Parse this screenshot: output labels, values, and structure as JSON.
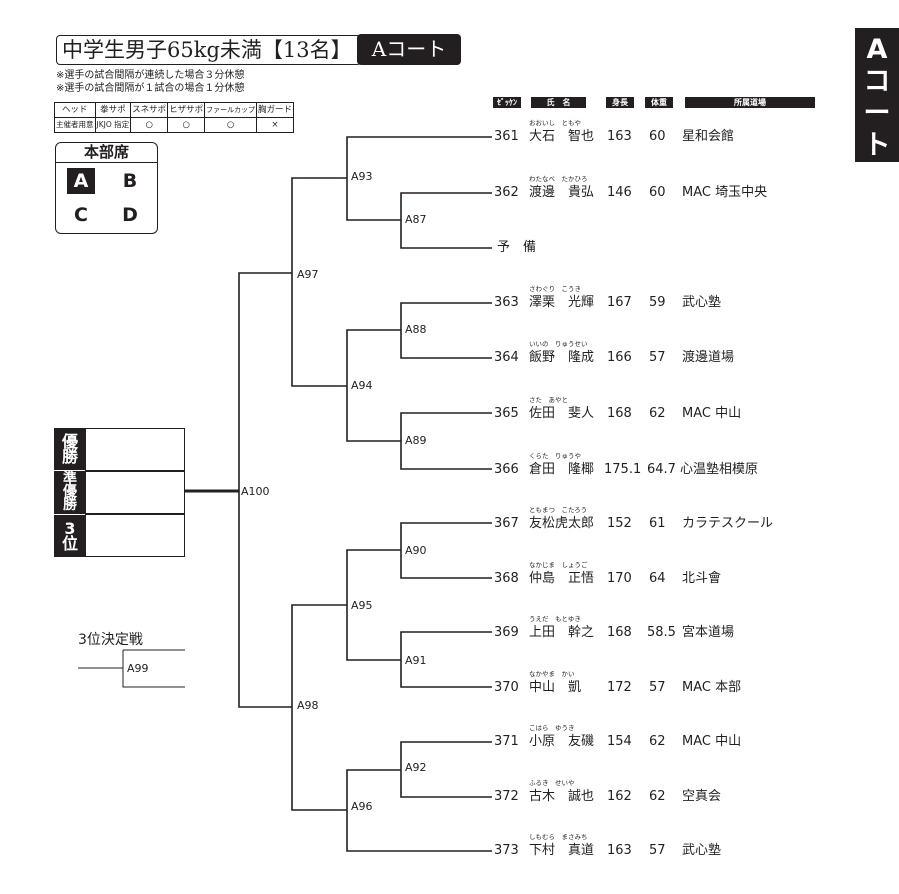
{
  "header": {
    "title": "中学生男子65kg未満【13名】",
    "court": "Aコート",
    "notes": [
      "※選手の試合間隔が連続した場合３分休憩",
      "※選手の試合間隔が１試合の場合１分休憩"
    ]
  },
  "equipment": {
    "headers": [
      "ヘッド",
      "拳サポ",
      "スネサポ",
      "ヒザサポ",
      "ファールカップ",
      "胸ガード"
    ],
    "values": [
      "主催者用意",
      "JKJO 指定",
      "○",
      "○",
      "○",
      "×"
    ]
  },
  "honbu": {
    "title": "本部席",
    "cells": [
      "A",
      "B",
      "C",
      "D"
    ],
    "selected": "A"
  },
  "columns": {
    "zekken": "ｾﾞｯｹﾝ",
    "name": "氏　名",
    "height": "身長",
    "weight": "体重",
    "dojo": "所属道場"
  },
  "side_tab": [
    "A",
    "コ",
    "ー",
    "ト"
  ],
  "entries": [
    {
      "num": "361",
      "kana": "おおいし　ともや",
      "name": "大石　智也",
      "height": "163",
      "weight": "60",
      "dojo": "星和会館"
    },
    {
      "num": "362",
      "kana": "わたなべ　たかひろ",
      "name": "渡邊　貴弘",
      "height": "146",
      "weight": "60",
      "dojo": "MAC 埼玉中央"
    },
    {
      "num": "",
      "kana": "",
      "name": "予　備",
      "height": "",
      "weight": "",
      "dojo": ""
    },
    {
      "num": "363",
      "kana": "さわぐり　こうき",
      "name": "澤栗　光輝",
      "height": "167",
      "weight": "59",
      "dojo": "武心塾"
    },
    {
      "num": "364",
      "kana": "いいの　りゅうせい",
      "name": "飯野　隆成",
      "height": "166",
      "weight": "57",
      "dojo": "渡邊道場"
    },
    {
      "num": "365",
      "kana": "さた　あやと",
      "name": "佐田　斐人",
      "height": "168",
      "weight": "62",
      "dojo": "MAC 中山"
    },
    {
      "num": "366",
      "kana": "くらた　りゅうや",
      "name": "倉田　隆椰",
      "height": "175.1",
      "weight": "64.7",
      "dojo": "心温塾相模原"
    },
    {
      "num": "367",
      "kana": "ともまつ　こたろう",
      "name": "友松虎太郎",
      "height": "152",
      "weight": "61",
      "dojo": "カラテスクール"
    },
    {
      "num": "368",
      "kana": "なかじま　しょうご",
      "name": "仲島　正悟",
      "height": "170",
      "weight": "64",
      "dojo": "北斗會"
    },
    {
      "num": "369",
      "kana": "うえだ　もとゆき",
      "name": "上田　幹之",
      "height": "168",
      "weight": "58.5",
      "dojo": "宮本道場"
    },
    {
      "num": "370",
      "kana": "なかやま　かい",
      "name": "中山　凱",
      "height": "172",
      "weight": "57",
      "dojo": "MAC 本部"
    },
    {
      "num": "371",
      "kana": "こはら　ゆうき",
      "name": "小原　友磯",
      "height": "154",
      "weight": "62",
      "dojo": "MAC 中山"
    },
    {
      "num": "372",
      "kana": "ふるき　せいや",
      "name": "古木　誠也",
      "height": "162",
      "weight": "62",
      "dojo": "空真会"
    },
    {
      "num": "373",
      "kana": "しもむら　まさみち",
      "name": "下村　真道",
      "height": "163",
      "weight": "57",
      "dojo": "武心塾"
    }
  ],
  "matches": [
    "A87",
    "A88",
    "A89",
    "A90",
    "A91",
    "A92",
    "A93",
    "A94",
    "A95",
    "A96",
    "A97",
    "A98",
    "A99",
    "A100"
  ],
  "results": {
    "first": "優勝",
    "second": "準優勝",
    "third": "3位"
  },
  "third_place": "3位決定戦"
}
